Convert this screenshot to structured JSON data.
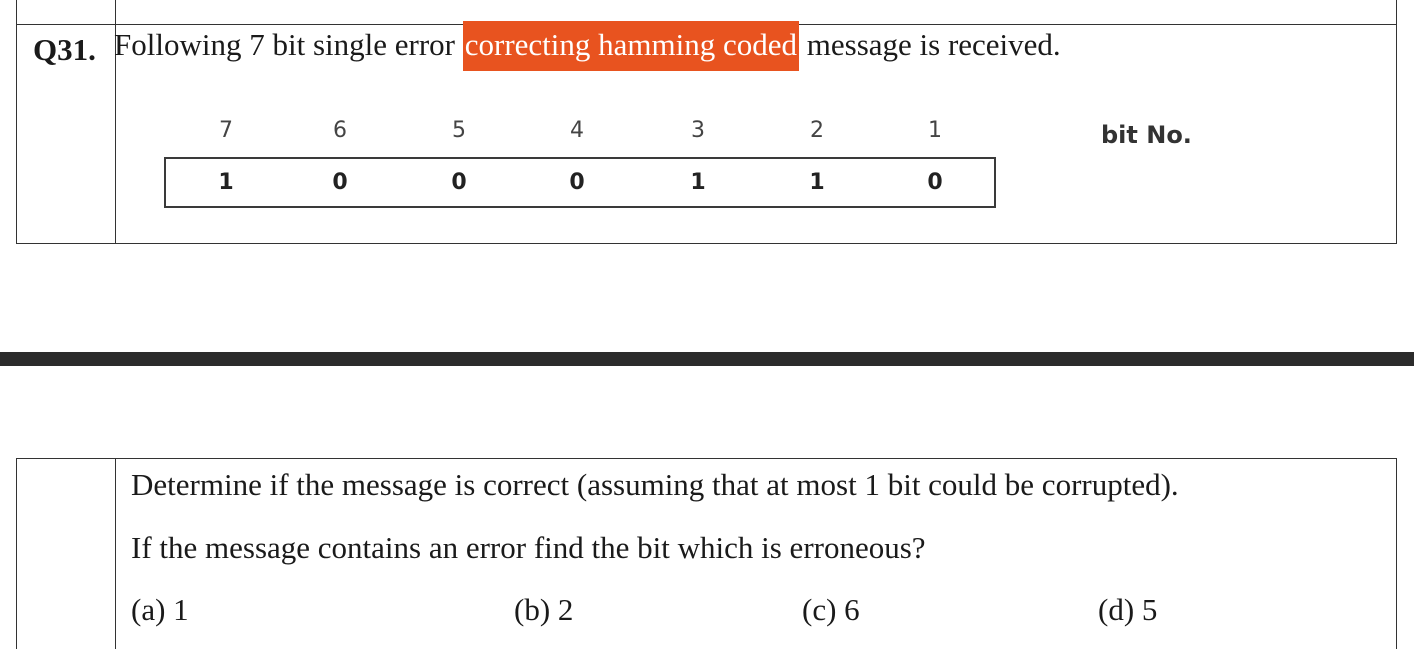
{
  "question": {
    "number": "Q31.",
    "text_before": "Following 7 bit single error ",
    "text_highlight": "correcting hamming coded",
    "text_after": " message is received.",
    "highlight_color": "#e8531f"
  },
  "bits": {
    "numbers": [
      "7",
      "6",
      "5",
      "4",
      "3",
      "2",
      "1"
    ],
    "values": [
      "1",
      "0",
      "0",
      "0",
      "1",
      "1",
      "0"
    ],
    "label": "bit No."
  },
  "continuation": {
    "line1": "Determine if the message is correct (assuming that at most 1 bit could be corrupted).",
    "line2": "If the message contains an error find the bit which is erroneous?"
  },
  "options": [
    {
      "label": "(a) 1"
    },
    {
      "label": "(b) 2"
    },
    {
      "label": "(c) 6"
    },
    {
      "label": "(d) 5"
    }
  ]
}
